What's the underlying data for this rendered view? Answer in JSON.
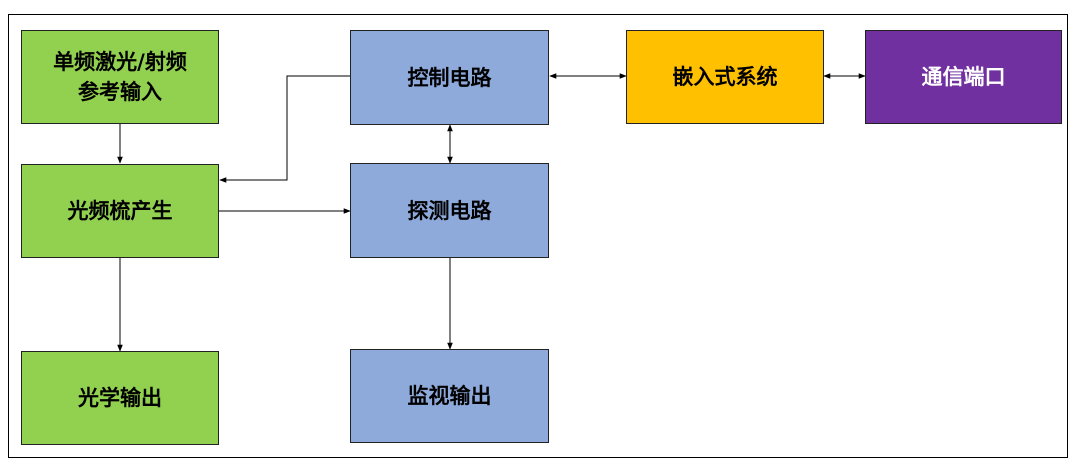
{
  "diagram": {
    "nodes": {
      "input": {
        "label": "单频激光/射频\n参考输入",
        "color": "#92d050"
      },
      "comb": {
        "label": "光频梳产生",
        "color": "#92d050"
      },
      "optical_out": {
        "label": "光学输出",
        "color": "#92d050"
      },
      "control": {
        "label": "控制电路",
        "color": "#8eaadb"
      },
      "detect": {
        "label": "探测电路",
        "color": "#8eaadb"
      },
      "monitor": {
        "label": "监视输出",
        "color": "#8eaadb"
      },
      "embedded": {
        "label": "嵌入式系统",
        "color": "#ffc000"
      },
      "comm": {
        "label": "通信端口",
        "color": "#7030a0"
      }
    },
    "edges": [
      {
        "from": "input",
        "to": "comb",
        "direction": "one-way"
      },
      {
        "from": "comb",
        "to": "optical_out",
        "direction": "one-way"
      },
      {
        "from": "comb",
        "to": "detect",
        "direction": "one-way"
      },
      {
        "from": "control",
        "to": "comb",
        "direction": "one-way"
      },
      {
        "from": "control",
        "to": "detect",
        "direction": "two-way"
      },
      {
        "from": "detect",
        "to": "monitor",
        "direction": "one-way"
      },
      {
        "from": "control",
        "to": "embedded",
        "direction": "two-way"
      },
      {
        "from": "embedded",
        "to": "comm",
        "direction": "two-way"
      }
    ]
  }
}
